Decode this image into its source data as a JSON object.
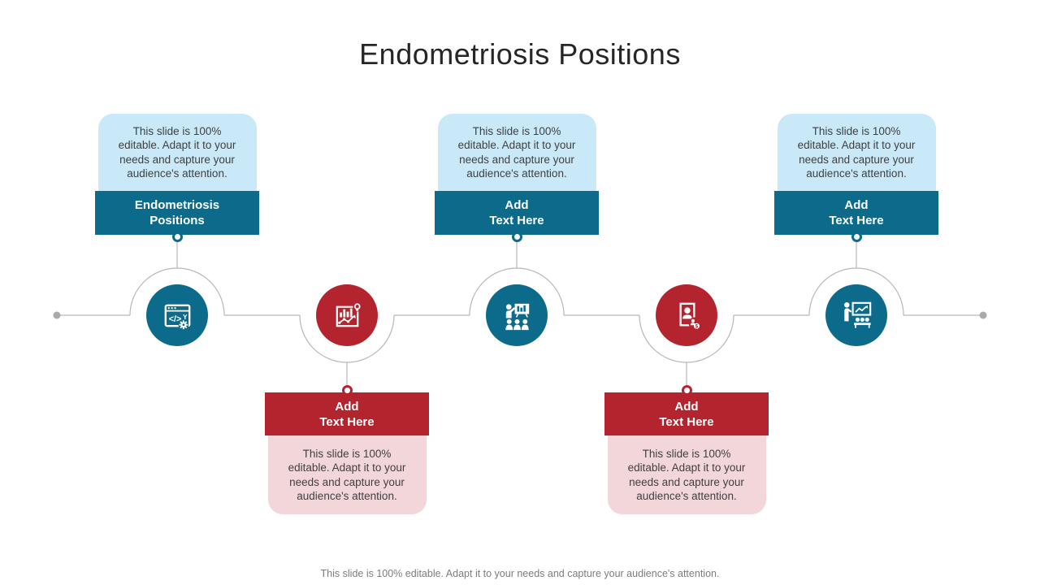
{
  "title": "Endometriosis Positions",
  "footer": "This slide is 100% editable. Adapt it to your needs and capture your audience's attention.",
  "callouts": [
    {
      "position": "top",
      "theme": "teal",
      "label": "Endometriosis\nPositions",
      "body": "This slide is 100%\neditable. Adapt it to your\nneeds and capture your\naudience's attention."
    },
    {
      "position": "bottom",
      "theme": "red",
      "label": "Add\nText Here",
      "body": "This slide is 100%\neditable. Adapt it to your\nneeds and capture your\naudience's attention."
    },
    {
      "position": "top",
      "theme": "teal",
      "label": "Add\nText Here",
      "body": "This slide is 100%\neditable. Adapt it to your\nneeds and capture your\naudience's attention."
    },
    {
      "position": "bottom",
      "theme": "red",
      "label": "Add\nText Here",
      "body": "This slide is 100%\neditable. Adapt it to your\nneeds and capture your\naudience's attention."
    },
    {
      "position": "top",
      "theme": "teal",
      "label": "Add\nText Here",
      "body": "This slide is 100%\neditable. Adapt it to your\nneeds and capture your\naudience's attention."
    }
  ],
  "icons": [
    {
      "name": "code-window-gear-icon"
    },
    {
      "name": "analytics-chart-bulb-icon"
    },
    {
      "name": "presentation-audience-icon"
    },
    {
      "name": "profile-card-finance-icon"
    },
    {
      "name": "presenter-growth-chart-icon"
    }
  ],
  "colors": {
    "teal": "#0c6b8a",
    "red": "#b4242f",
    "light_blue": "#c9e9f9",
    "light_pink": "#f3d6da",
    "line_gray": "#b7b7b7",
    "dot_gray": "#a9a9a9",
    "title_text": "#262626",
    "body_text": "#404040",
    "footer_text": "#7c7c7c",
    "white": "#ffffff"
  }
}
